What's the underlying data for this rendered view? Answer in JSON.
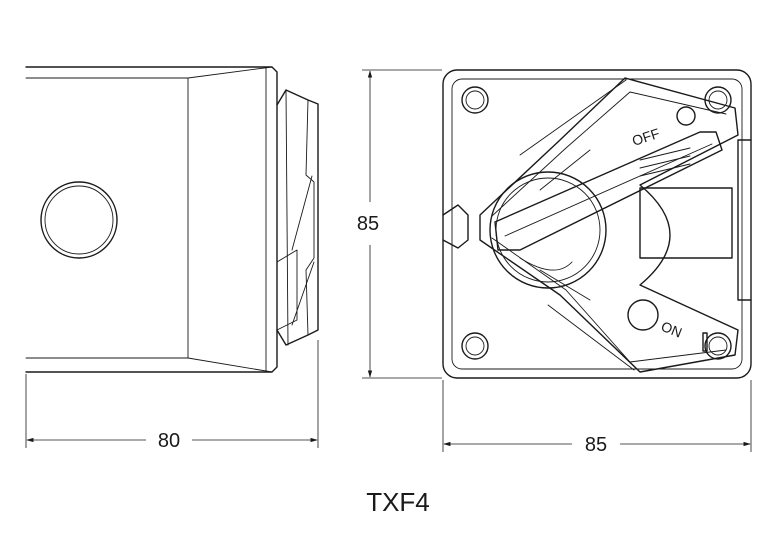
{
  "product_name": "TXF4",
  "dimensions": {
    "side_width": "80",
    "front_height": "85",
    "front_width": "85"
  },
  "switch_markings": {
    "off": "OFF",
    "on": "ON"
  }
}
